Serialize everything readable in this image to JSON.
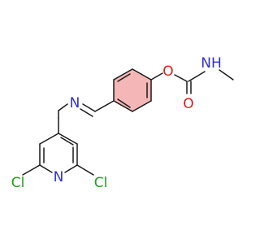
{
  "atoms": {
    "n_amine": "NH",
    "o_carbonyl": "O",
    "o_ester": "O",
    "n_imine": "N",
    "n_pyridine": "N",
    "cl_left": "Cl",
    "cl_right": "Cl"
  },
  "colors": {
    "bond": "#1a1a1a",
    "nitrogen": "#2f2fd8",
    "oxygen": "#e01b1b",
    "chlorine": "#1fa01f",
    "aromatic_highlight": "#f4b6b6"
  }
}
